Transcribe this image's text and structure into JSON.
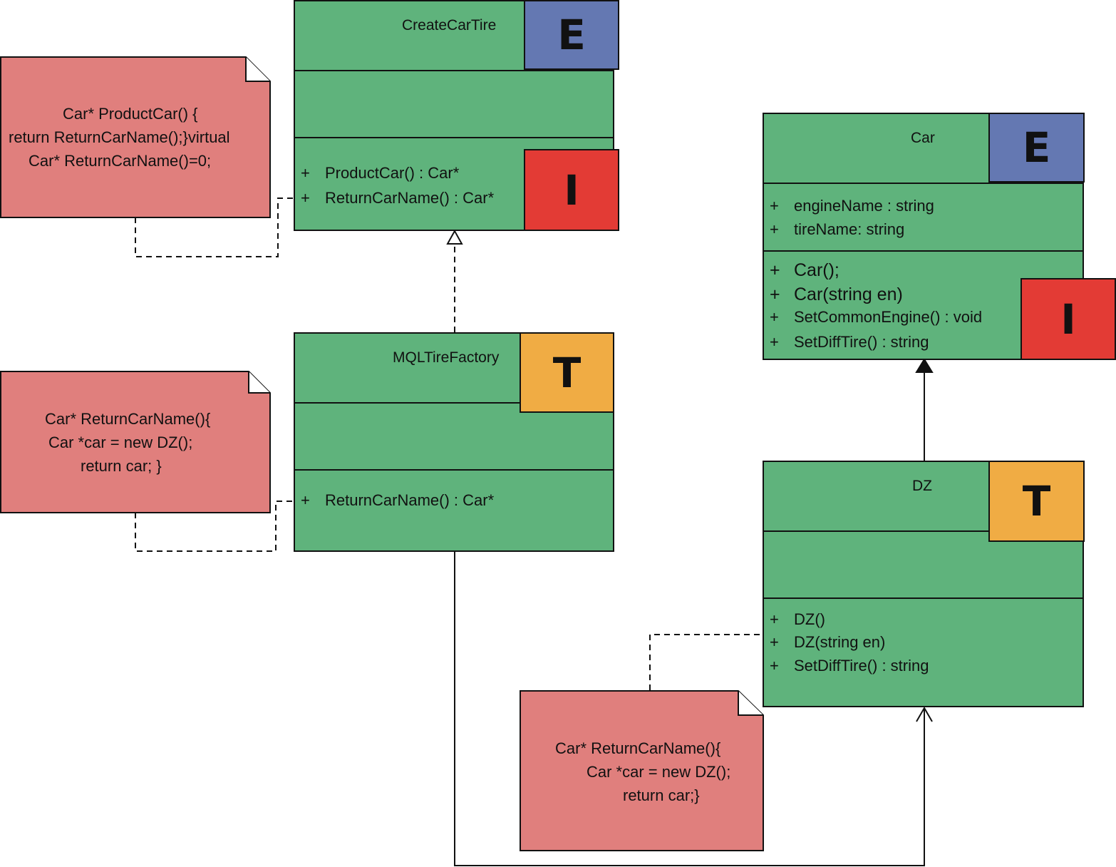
{
  "classes": {
    "create_car_tire": {
      "name": "CreateCarTire",
      "badge_name": "E",
      "badge_interface": "I",
      "operations": [
        {
          "visibility": "+",
          "text": "ProductCar() :  Car*"
        },
        {
          "visibility": "+",
          "text": "ReturnCarName() :  Car*"
        }
      ]
    },
    "mql_tire_factory": {
      "name": "MQLTireFactory",
      "badge": "T",
      "operations": [
        {
          "visibility": "+",
          "text": "ReturnCarName() :  Car*"
        }
      ]
    },
    "car": {
      "name": "Car",
      "badge_name": "E",
      "badge_interface": "I",
      "attributes": [
        {
          "visibility": "+",
          "text": "engineName :  string"
        },
        {
          "visibility": "+",
          "text": "tireName:  string"
        }
      ],
      "operations": [
        {
          "visibility": "+",
          "text": "Car();"
        },
        {
          "visibility": "+",
          "text": "Car(string en)"
        },
        {
          "visibility": "+",
          "text": "SetCommonEngine() :  void"
        },
        {
          "visibility": "+",
          "text": "SetDiffTire() :  string"
        }
      ]
    },
    "dz": {
      "name": "DZ",
      "badge": "T",
      "operations": [
        {
          "visibility": "+",
          "text": "DZ()"
        },
        {
          "visibility": "+",
          "text": "DZ(string en)"
        },
        {
          "visibility": "+",
          "text": "SetDiffTire() :  string"
        }
      ]
    }
  },
  "notes": {
    "create_car_tire_note": {
      "lines": [
        "Car* ProductCar() {",
        "return ReturnCarName();}virtual",
        "Car* ReturnCarName()=0;"
      ]
    },
    "mql_factory_note": {
      "lines": [
        "Car* ReturnCarName(){",
        "Car *car = new DZ();",
        "return car; }"
      ]
    },
    "dz_note": {
      "lines": [
        "Car* ReturnCarName(){",
        "Car *car = new DZ();",
        "return car;}"
      ]
    }
  },
  "colors": {
    "class_fill": "#5fb37c",
    "note_fill": "#e07f7d",
    "badge_e": "#6478b2",
    "badge_i": "#e33b35",
    "badge_t": "#f0ac44",
    "line": "#111111"
  }
}
